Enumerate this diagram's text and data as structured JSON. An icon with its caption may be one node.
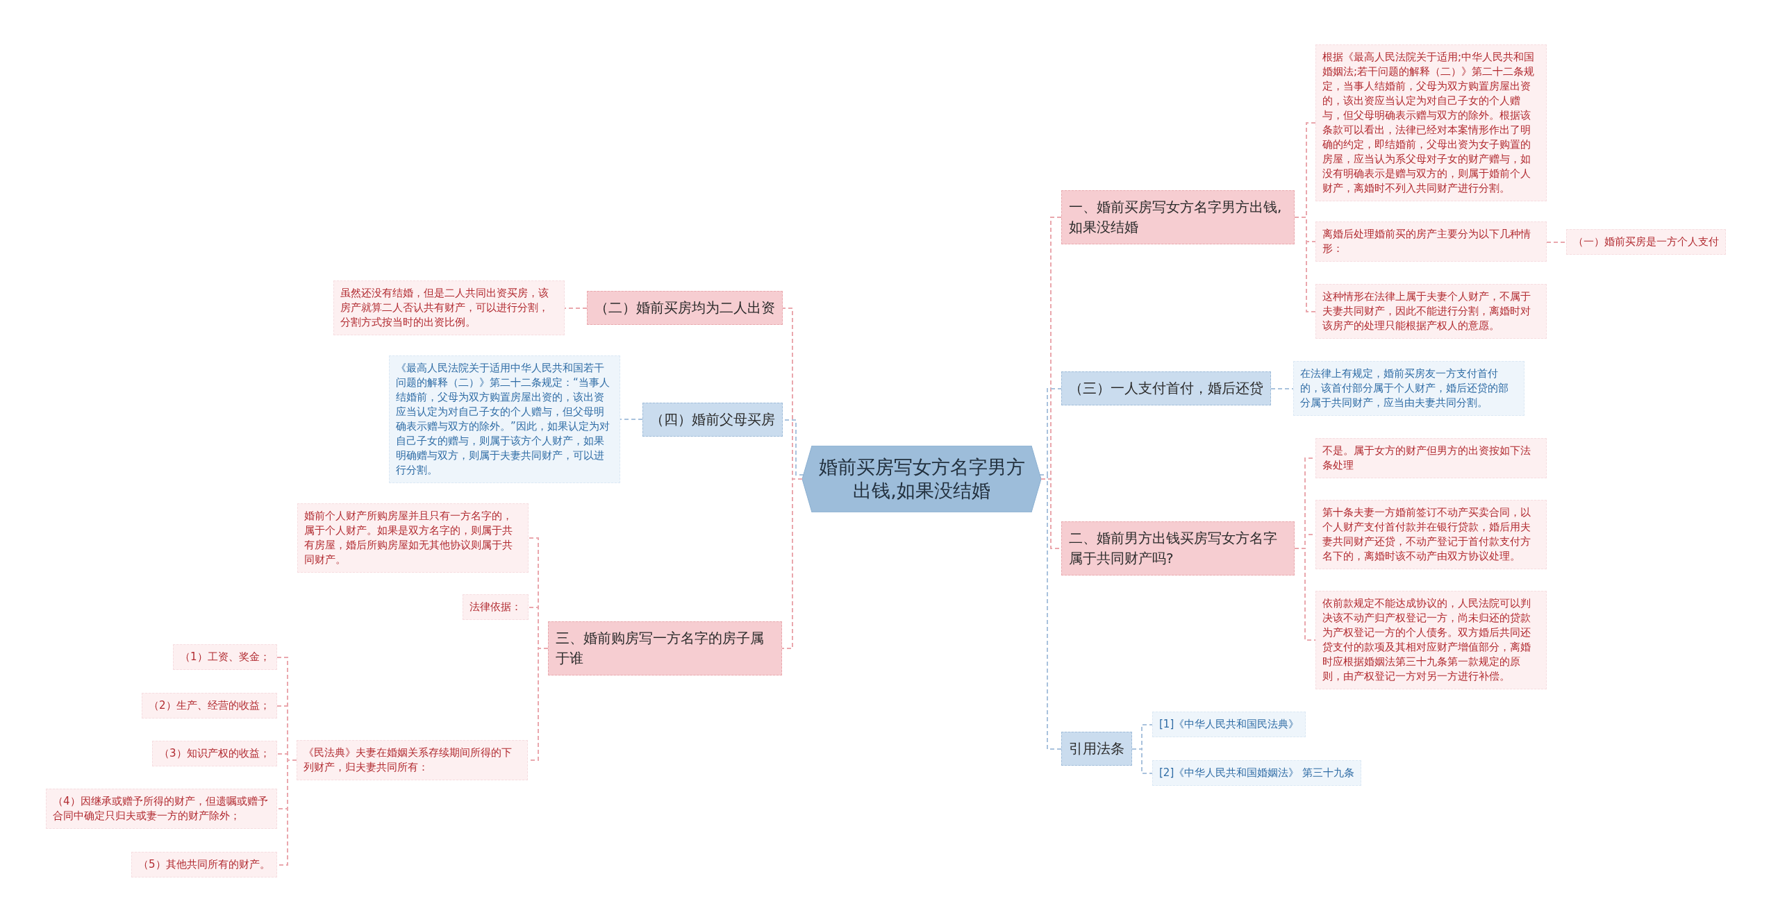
{
  "diagram": {
    "nodes": [
      {
        "text": [
          "婚前买房写女方名字男方出钱,如果没结婚"
        ]
      },
      {
        "text": [
          "一、婚前买房写女方名字男方出钱,如果没结婚"
        ]
      },
      {
        "text": [
          "根据《最高人民法院关于适用;中华人民共和国婚姻法;若干问题的解释（二）》第二十二条规定，当事人结婚前，父母为双方购置房屋出资的，该出资应当认定为对自己子女的个人赠与，但父母明确表示赠与双方的除外。根据该条款可以看出，法律已经对本案情形作出了明确的约定，即结婚前，父母出资为女子购置的房屋，应当认为系父母对子女的财产赠与，如没有明确表示是赠与双方的，则属于婚前个人财产，离婚时不列入共同财产进行分割。"
        ]
      },
      {
        "text": [
          "离婚后处理婚前买的房产主要分为以下几种情形："
        ]
      },
      {
        "text": [
          "（一）婚前买房是一方个人支付"
        ]
      },
      {
        "text": [
          "这种情形在法律上属于夫妻个人财产，不属于夫妻共同财产，因此不能进行分割，离婚时对该房产的处理只能根据产权人的意愿。"
        ]
      },
      {
        "text": [
          "（三）一人支付首付，婚后还贷"
        ]
      },
      {
        "text": [
          "在法律上有规定，婚前买房友一方支付首付的，该首付部分属于个人财产，婚后还贷的部分属于共同财产，应当由夫妻共同分割。"
        ]
      },
      {
        "text": [
          "二、婚前男方出钱买房写女方名字属于共同财产吗?"
        ]
      },
      {
        "text": [
          "不是。属于女方的财产但男方的出资按如下法条处理"
        ]
      },
      {
        "text": [
          "第十条夫妻一方婚前签订不动产买卖合同，以个人财产支付首付款并在银行贷款，婚后用夫妻共同财产还贷，不动产登记于首付款支付方名下的，离婚时该不动产由双方协议处理。"
        ]
      },
      {
        "text": [
          "依前款规定不能达成协议的，人民法院可以判决该不动产归产权登记一方，尚未归还的贷款为产权登记一方的个人债务。双方婚后共同还贷支付的款项及其相对应财产增值部分，离婚时应根据婚姻法第三十九条第一款规定的原则，由产权登记一方对另一方进行补偿。"
        ]
      },
      {
        "text": [
          "引用法条"
        ]
      },
      {
        "text": [
          "[1]《中华人民共和国民法典》"
        ]
      },
      {
        "text": [
          "[2]《中华人民共和国婚姻法》 第三十九条"
        ]
      },
      {
        "text": [
          "（二）婚前买房均为二人出资"
        ]
      },
      {
        "text": [
          "虽然还没有结婚，但是二人共同出资买房，该房产就算二人否认共有财产，可以进行分割，分割方式按当时的出资比例。"
        ]
      },
      {
        "text": [
          "（四）婚前父母买房"
        ]
      },
      {
        "text": [
          "《最高人民法院关于适用中华人民共和国若干问题的解释（二）》第二十二条规定：“当事人结婚前，父母为双方购置房屋出资的，该出资应当认定为对自己子女的个人赠与，但父母明确表示赠与双方的除外。”因此，如果认定为对自己子女的赠与，则属于该方个人财产，如果明确赠与双方，则属于夫妻共同财产，可以进行分割。"
        ]
      },
      {
        "text": [
          "三、婚前购房写一方名字的房子属于谁"
        ]
      },
      {
        "text": [
          "婚前个人财产所购房屋并且只有一方名字的，属于个人财产。如果是双方名字的，则属于共有房屋，婚后所购房屋如无其他协议则属于共同财产。"
        ]
      },
      {
        "text": [
          "法律依据："
        ]
      },
      {
        "text": [
          "《民法典》夫妻在婚姻关系存续期间所得的下列财产，归夫妻共同所有："
        ]
      },
      {
        "text": [
          "（1）工资、奖金；"
        ]
      },
      {
        "text": [
          "（2）生产、经营的收益；"
        ]
      },
      {
        "text": [
          "（3）知识产权的收益；"
        ]
      },
      {
        "text": [
          "（4）因继承或赠予所得的财产，但遗嘱或赠予合同中确定只归夫或妻一方的财产除外；"
        ]
      },
      {
        "text": [
          "（5）其他共同所有的财产。"
        ]
      }
    ],
    "edges": [
      {
        "from": 0,
        "to": 1,
        "arrow": "none"
      },
      {
        "from": 1,
        "to": 2,
        "arrow": "none"
      },
      {
        "from": 1,
        "to": 3,
        "arrow": "none"
      },
      {
        "from": 3,
        "to": 4,
        "arrow": "none"
      },
      {
        "from": 1,
        "to": 5,
        "arrow": "none"
      },
      {
        "from": 0,
        "to": 6,
        "arrow": "none",
        "color": "#a9c2dd"
      },
      {
        "from": 6,
        "to": 7,
        "arrow": "none",
        "color": "#a9c2dd"
      },
      {
        "from": 0,
        "to": 8,
        "arrow": "none"
      },
      {
        "from": 8,
        "to": 9,
        "arrow": "none"
      },
      {
        "from": 8,
        "to": 10,
        "arrow": "none"
      },
      {
        "from": 8,
        "to": 11,
        "arrow": "none"
      },
      {
        "from": 0,
        "to": 12,
        "arrow": "none",
        "color": "#a9c2dd"
      },
      {
        "from": 12,
        "to": 13,
        "arrow": "none",
        "color": "#a9c2dd"
      },
      {
        "from": 12,
        "to": 14,
        "arrow": "none",
        "color": "#a9c2dd"
      },
      {
        "from": 0,
        "to": 15,
        "arrow": "none"
      },
      {
        "from": 15,
        "to": 16,
        "arrow": "none"
      },
      {
        "from": 0,
        "to": 17,
        "arrow": "none",
        "color": "#a9c2dd"
      },
      {
        "from": 17,
        "to": 18,
        "arrow": "none",
        "color": "#a9c2dd"
      },
      {
        "from": 0,
        "to": 19,
        "arrow": "none"
      },
      {
        "from": 19,
        "to": 20,
        "arrow": "none"
      },
      {
        "from": 19,
        "to": 21,
        "arrow": "none"
      },
      {
        "from": 19,
        "to": 22,
        "arrow": "none"
      },
      {
        "from": 22,
        "to": 23,
        "arrow": "none"
      },
      {
        "from": 22,
        "to": 24,
        "arrow": "none"
      },
      {
        "from": 22,
        "to": 25,
        "arrow": "none"
      },
      {
        "from": 22,
        "to": 26,
        "arrow": "none"
      },
      {
        "from": 22,
        "to": 27,
        "arrow": "none"
      }
    ]
  }
}
